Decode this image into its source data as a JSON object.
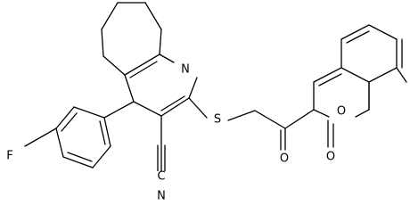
{
  "molecule": {
    "atoms": {
      "N1": "N",
      "S1": "S",
      "F1": "F",
      "O_ring": "O",
      "O_lactone": "O",
      "O_ketone": "O",
      "N_nitrile": "N",
      "C_nitrile": "C"
    }
  }
}
